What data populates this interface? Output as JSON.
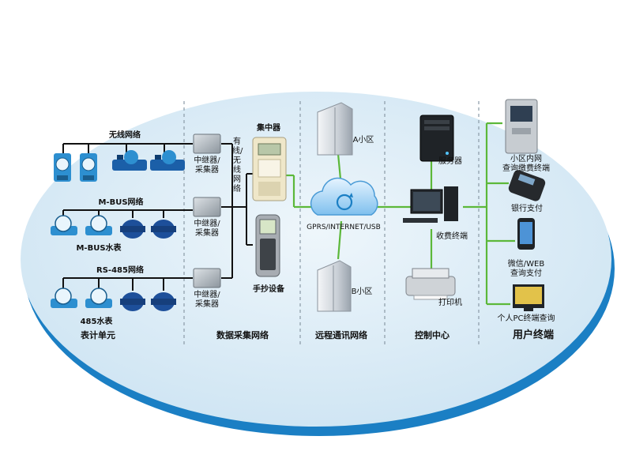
{
  "sections": {
    "meter_unit": "表计单元",
    "collection_network": "数据采集网络",
    "remote_network": "远程通讯网络",
    "control_center": "控制中心",
    "user_terminal": "用户终端"
  },
  "meter_groups": {
    "wireless": "无线网络",
    "mbus": "M-BUS网络",
    "mbus_meter": "M-BUS水表",
    "rs485": "RS-485网络",
    "meter485": "485水表"
  },
  "repeater_label": "中继器/\n采集器",
  "collection": {
    "concentrator": "集中器",
    "wired_wireless": "有线/无线网络",
    "handheld": "手抄设备"
  },
  "remote": {
    "area_a": "A小区",
    "area_b": "B小区",
    "gprs": "GPRS/INTERNET/USB"
  },
  "control": {
    "server": "服务器",
    "terminal": "收费终端",
    "printer": "打印机"
  },
  "user": {
    "kiosk": "小区内网\n查询缴费终端",
    "bank": "银行支付",
    "wechat": "微信/WEB\n查询支付",
    "pc": "个人PC终端查询"
  },
  "colors": {
    "ellipse": "#dcedf7",
    "ellipse_rim": "#1b7fc4",
    "green": "#5cb83a",
    "line": "#111111"
  },
  "icons": {
    "cloud": "cloud-sync-icon",
    "building": "building-icon",
    "meter": "water-meter-icon"
  }
}
